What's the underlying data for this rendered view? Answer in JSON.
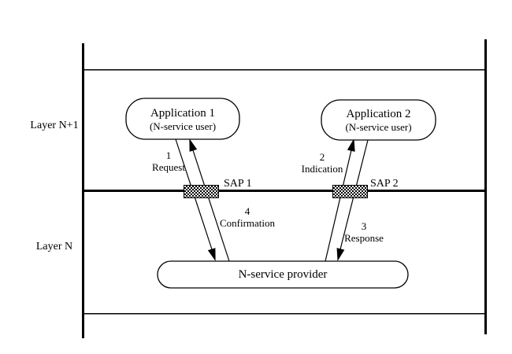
{
  "diagram_type": "layered-service-primitives",
  "colors": {
    "line": "#000000",
    "background": "#ffffff",
    "sap_pattern": "black-white-checker"
  },
  "layers": {
    "upper": "Layer N+1",
    "lower": "Layer N"
  },
  "boxes": {
    "app1": {
      "title": "Application 1",
      "subtitle": "(N-service user)"
    },
    "app2": {
      "title": "Application 2",
      "subtitle": "(N-service user)"
    },
    "provider": {
      "title": "N-service provider"
    }
  },
  "saps": {
    "sap1": "SAP 1",
    "sap2": "SAP 2"
  },
  "messages": [
    {
      "number": "1",
      "label": "Request",
      "direction": "down",
      "from": "Application 1",
      "to": "N-service provider"
    },
    {
      "number": "2",
      "label": "Indication",
      "direction": "up",
      "from": "N-service provider",
      "to": "Application 2"
    },
    {
      "number": "3",
      "label": "Response",
      "direction": "down",
      "from": "Application 2",
      "to": "N-service provider"
    },
    {
      "number": "4",
      "label": "Confirmation",
      "direction": "up",
      "from": "N-service provider",
      "to": "Application 1"
    }
  ]
}
